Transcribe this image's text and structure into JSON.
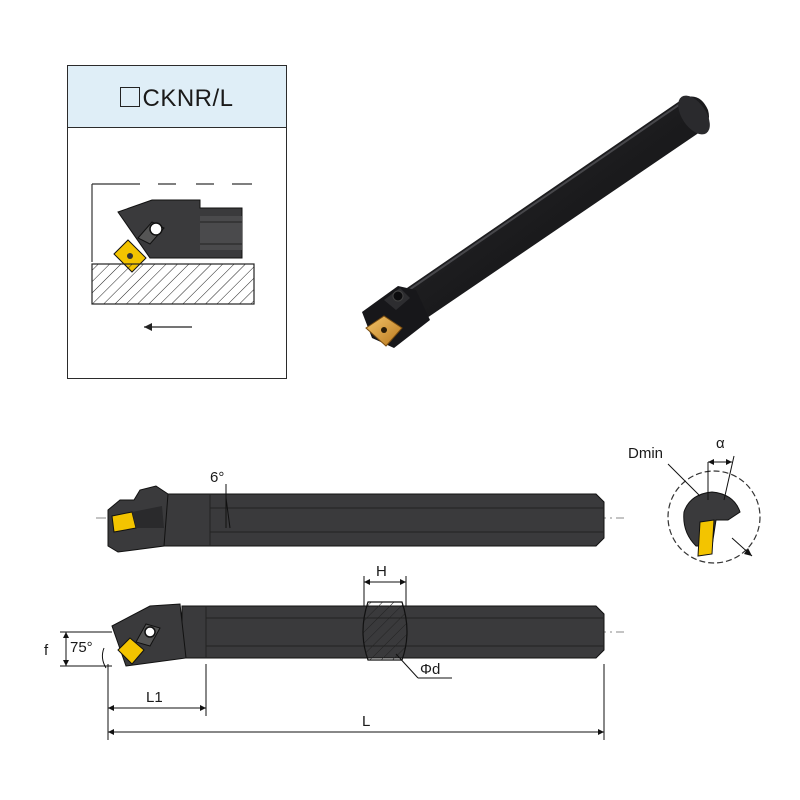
{
  "inset": {
    "title": "CKNR/L"
  },
  "dimensions": {
    "angle_top": "6°",
    "dmin": "Dmin",
    "alpha": "α",
    "H": "H",
    "phi_d": "Φd",
    "f": "f",
    "angle_side": "75°",
    "L1": "L1",
    "L": "L"
  },
  "colors": {
    "bar": "#3a3a3c",
    "bar_dark": "#232325",
    "insert": "#f3c400",
    "inset_header": "#dfeef7"
  }
}
